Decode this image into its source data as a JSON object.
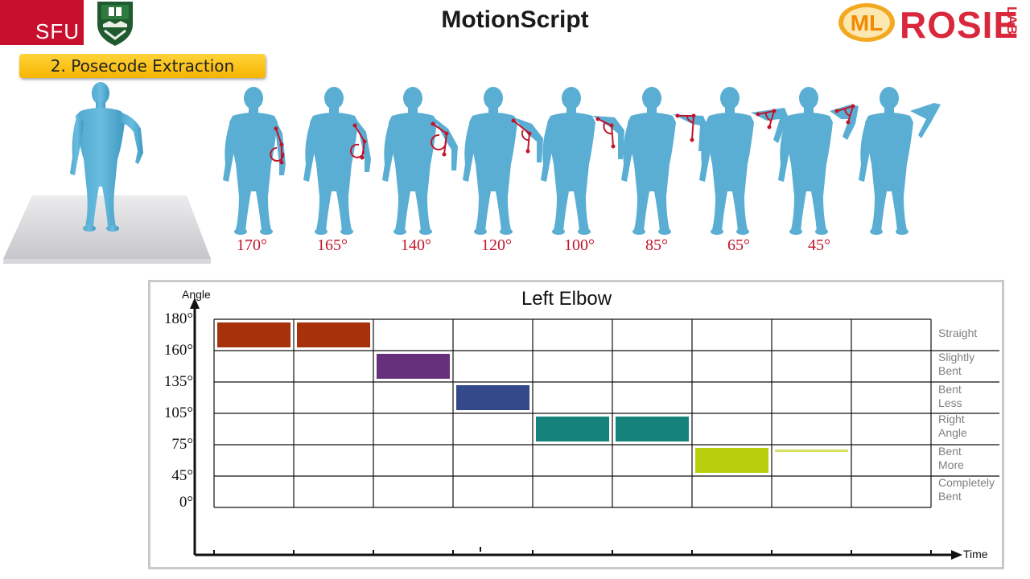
{
  "header": {
    "logo_left_text": "SFU",
    "title": "MotionScript",
    "logo_right_mark": "ML",
    "logo_right_text": "ROSIE",
    "logo_right_sub": "LAB"
  },
  "section": {
    "label": "2. Posecode Extraction"
  },
  "figures": {
    "angles": [
      "170°",
      "165°",
      "140°",
      "120°",
      "100°",
      "85°",
      "65°",
      "45°"
    ]
  },
  "chart_data": {
    "type": "bar",
    "title": "Left Elbow",
    "ylabel": "Angle",
    "xlabel": "Time",
    "y_ticks": [
      "180°",
      "160°",
      "135°",
      "105°",
      "75°",
      "45°",
      "0°"
    ],
    "categories_right": [
      "Straight",
      "Slightly Bent",
      "Bent Less",
      "Right Angle",
      "Bent More",
      "Completely Bent"
    ],
    "time_steps": 9,
    "bars": [
      {
        "time": 1,
        "category": "Straight",
        "color": "#a6310a"
      },
      {
        "time": 2,
        "category": "Straight",
        "color": "#a6310a"
      },
      {
        "time": 3,
        "category": "Slightly Bent",
        "color": "#67307d"
      },
      {
        "time": 4,
        "category": "Bent Less",
        "color": "#33498a"
      },
      {
        "time": 5,
        "category": "Right Angle",
        "color": "#15837c"
      },
      {
        "time": 6,
        "category": "Right Angle",
        "color": "#15837c"
      },
      {
        "time": 7,
        "category": "Bent More",
        "color": "#b8cf0e"
      },
      {
        "time": 8,
        "category": "Bent More",
        "color": "#d8e060",
        "thin": true
      }
    ]
  }
}
